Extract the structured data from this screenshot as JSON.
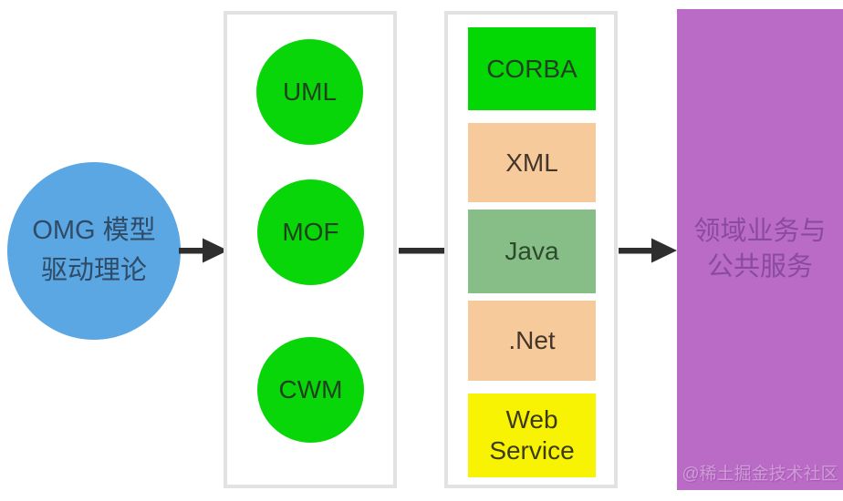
{
  "diagram": {
    "type": "flow-diagram",
    "background": "#ffffff",
    "source_node": {
      "label": "OMG 模型\n驱动理论",
      "shape": "circle",
      "color": "#5ba7e3",
      "text_color": "#2f4b66"
    },
    "standards_panel": {
      "border_color": "#e2e2e2",
      "items": [
        {
          "label": "UML",
          "shape": "circle",
          "color": "#09d609"
        },
        {
          "label": "MOF",
          "shape": "circle",
          "color": "#09d609"
        },
        {
          "label": "CWM",
          "shape": "circle",
          "color": "#09d609"
        }
      ]
    },
    "platforms_panel": {
      "border_color": "#e2e2e2",
      "items": [
        {
          "label": "CORBA",
          "shape": "rectangle",
          "color": "#04d804"
        },
        {
          "label": "XML",
          "shape": "rectangle",
          "color": "#f7ca9c"
        },
        {
          "label": "Java",
          "shape": "rectangle",
          "color": "#87be87"
        },
        {
          "label": ".Net",
          "shape": "rectangle",
          "color": "#f7ca9c"
        },
        {
          "label": "Web\nService",
          "shape": "rectangle",
          "color": "#f8f303"
        }
      ]
    },
    "target_node": {
      "label": "领域业务与\n公共服务",
      "shape": "rectangle",
      "color": "#b96bc6",
      "text_color": "#8a4b9d"
    },
    "arrows": {
      "count": 3,
      "direction": "right",
      "color": "#2e2e2e"
    },
    "watermark": {
      "text": "@稀土掘金技术社区",
      "color": "#d09ad8"
    }
  }
}
